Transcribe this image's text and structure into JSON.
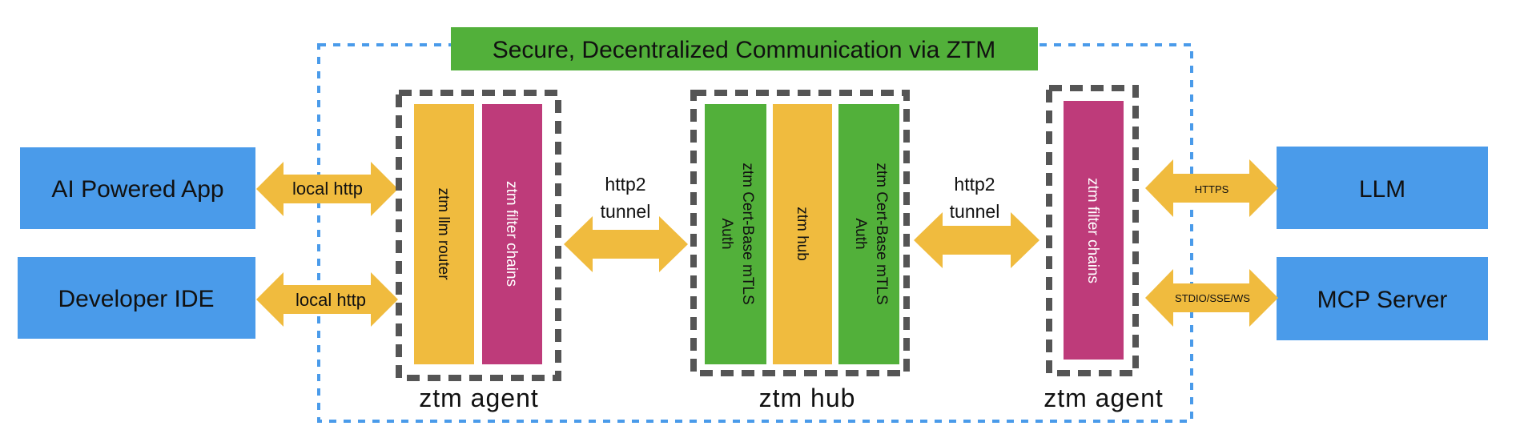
{
  "title": "Secure, Decentralized Communication  via ZTM",
  "clients": {
    "ai_app": "AI Powered App",
    "developer_ide": "Developer IDE"
  },
  "upstreams": {
    "llm": "LLM",
    "mcp_server": "MCP Server"
  },
  "left_agent": {
    "group_label": "ztm  agent",
    "router_label": "ztm llm router",
    "filter_label": "ztm filter chains"
  },
  "hub": {
    "group_label": "ztm  hub",
    "auth_left_line1": "ztm Cert-Base mTLS",
    "auth_left_line2": "Auth",
    "hub_label": "ztm hub",
    "auth_right_line1": "ztm Cert-Base mTLS",
    "auth_right_line2": "Auth"
  },
  "right_agent": {
    "group_label": "ztm  agent",
    "filter_label": "ztm filter chains"
  },
  "arrows": {
    "local_http_top": "local http",
    "local_http_bottom": "local http",
    "tunnel_left_line1": "http2",
    "tunnel_left_line2": "tunnel",
    "tunnel_right_line1": "http2",
    "tunnel_right_line2": "tunnel",
    "https": "HTTPS",
    "stdio": "STDIO/SSE/WS"
  },
  "colors": {
    "client_box": "#4a9bea",
    "auth_bar": "#52b03a",
    "router_bar": "#f0bb3e",
    "filter_bar": "#be3b7a",
    "title_banner": "#52b03a",
    "secure_boundary": "#4a9bea",
    "group_boundary": "#555555"
  }
}
